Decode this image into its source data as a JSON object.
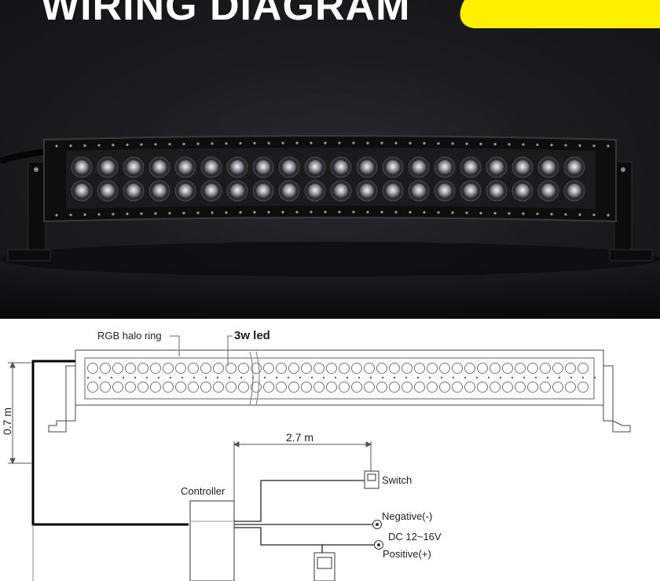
{
  "header": {
    "title": "WIRING DIAGRAM",
    "accent_color": "#fff000",
    "background_color": "#1a1a1d"
  },
  "diagram": {
    "labels": {
      "halo_ring": "RGB halo ring",
      "led": "3w led",
      "height_dim": "0.7 m",
      "length_dim": "2.7 m",
      "controller": "Controller",
      "switch": "Switch",
      "negative": "Negative(-)",
      "voltage": "DC 12~16V",
      "positive": "Positive(+)"
    },
    "icons": [
      "light-bar-product",
      "mounting-bracket-icon",
      "rocker-switch-icon",
      "relay-icon",
      "terminal-ring-icon"
    ]
  }
}
